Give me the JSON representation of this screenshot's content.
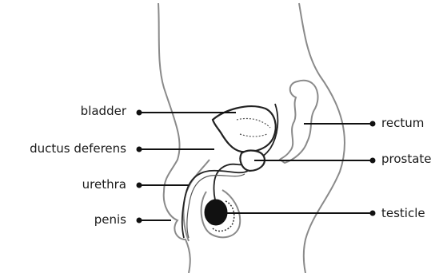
{
  "labels": {
    "bladder": "bladder",
    "ductus_deferens": "ductus deferens",
    "urethra": "urethra",
    "penis": "penis",
    "rectum": "rectum",
    "prostate": "prostate",
    "testicle": "testicle"
  },
  "colors": {
    "outline": "#8a8a8a",
    "organ_stroke": "#222222",
    "leader": "#111111",
    "testicle_fill": "#111111"
  }
}
